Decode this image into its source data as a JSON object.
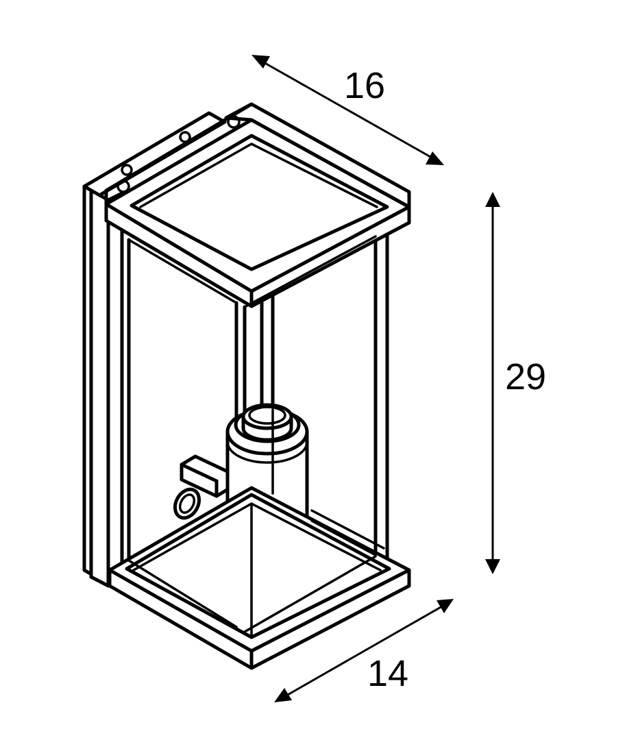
{
  "dimensions": {
    "depth": {
      "label": "16"
    },
    "height": {
      "label": "29"
    },
    "width": {
      "label": "14"
    }
  },
  "colors": {
    "stroke": "#000000",
    "background": "#ffffff"
  }
}
